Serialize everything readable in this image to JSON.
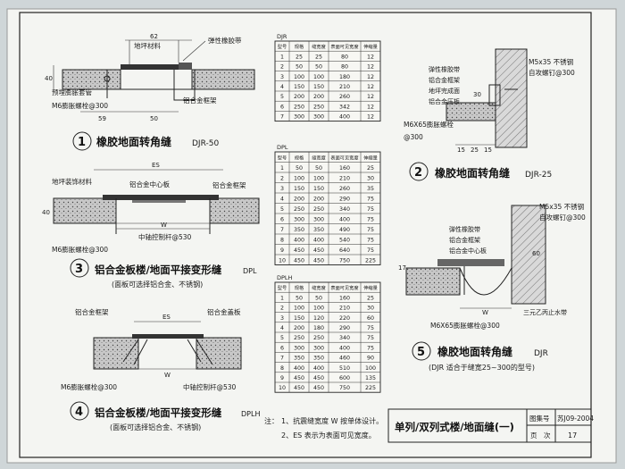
{
  "tables": [
    {
      "title": "DJR",
      "headers": [
        "型号",
        "规格",
        "缝宽度",
        "表面可见宽度",
        "伸缩量"
      ],
      "rows": [
        [
          "1",
          "25",
          "25",
          "80",
          "12"
        ],
        [
          "2",
          "50",
          "50",
          "80",
          "12"
        ],
        [
          "3",
          "100",
          "100",
          "180",
          "12"
        ],
        [
          "4",
          "150",
          "150",
          "210",
          "12"
        ],
        [
          "5",
          "200",
          "200",
          "260",
          "12"
        ],
        [
          "6",
          "250",
          "250",
          "342",
          "12"
        ],
        [
          "7",
          "300",
          "300",
          "400",
          "12"
        ]
      ]
    },
    {
      "title": "DPL",
      "headers": [
        "型号",
        "规格",
        "缝宽度",
        "表面可见宽度",
        "伸缩量"
      ],
      "rows": [
        [
          "1",
          "50",
          "50",
          "160",
          "25"
        ],
        [
          "2",
          "100",
          "100",
          "210",
          "30"
        ],
        [
          "3",
          "150",
          "150",
          "260",
          "35"
        ],
        [
          "4",
          "200",
          "200",
          "290",
          "75"
        ],
        [
          "5",
          "250",
          "250",
          "340",
          "75"
        ],
        [
          "6",
          "300",
          "300",
          "400",
          "75"
        ],
        [
          "7",
          "350",
          "350",
          "490",
          "75"
        ],
        [
          "8",
          "400",
          "400",
          "540",
          "75"
        ],
        [
          "9",
          "450",
          "450",
          "640",
          "75"
        ],
        [
          "10",
          "450",
          "450",
          "750",
          "225"
        ]
      ]
    },
    {
      "title": "DPLH",
      "headers": [
        "型号",
        "规格",
        "缝宽度",
        "表面可见宽度",
        "伸缩量"
      ],
      "rows": [
        [
          "1",
          "50",
          "50",
          "160",
          "25"
        ],
        [
          "2",
          "100",
          "100",
          "210",
          "30"
        ],
        [
          "3",
          "150",
          "120",
          "220",
          "60"
        ],
        [
          "4",
          "200",
          "180",
          "290",
          "75"
        ],
        [
          "5",
          "250",
          "250",
          "340",
          "75"
        ],
        [
          "6",
          "300",
          "300",
          "400",
          "75"
        ],
        [
          "7",
          "350",
          "350",
          "460",
          "90"
        ],
        [
          "8",
          "400",
          "400",
          "510",
          "100"
        ],
        [
          "9",
          "450",
          "450",
          "600",
          "135"
        ],
        [
          "10",
          "450",
          "450",
          "750",
          "225"
        ]
      ]
    }
  ],
  "details": {
    "d1": {
      "num": "1",
      "title": "橡胶地面转角缝",
      "code": "DJR-50",
      "labels": {
        "surface": "地坪材料",
        "rubber": "弹性橡胶带",
        "anchor_bolt": "预埋膨胀套管",
        "bolt": "M6膨胀螺栓@300",
        "frame": "铝合金框架",
        "dim_top": "62",
        "dim_a": "59",
        "dim_b": "50",
        "dim_side": "40"
      }
    },
    "d2": {
      "num": "2",
      "title": "橡胶地面转角缝",
      "code": "DJR-25",
      "labels": {
        "screw": "M5x35 不锈钢",
        "screw2": "自攻螺钉@300",
        "rubber": "弹性橡胶带",
        "frame": "铝合金框架",
        "surface": "地坪完成面",
        "cover": "铝合金压板",
        "bolt": "M6X65膨胀螺栓",
        "spacing": "@300",
        "dim_a": "15",
        "dim_b": "25",
        "dim_c": "15",
        "dim_side": "30"
      }
    },
    "d3": {
      "num": "3",
      "title": "铝合金板楼/地面平接变形缝",
      "code": "DPL",
      "note": "(面板可选择铝合金、不锈钢)",
      "labels": {
        "surface": "地坪装饰材料",
        "center": "铝合金中心板",
        "frame": "铝合金框架",
        "es": "ES",
        "w": "W",
        "rod": "中轴控制杆@530",
        "bolt": "M6膨胀螺栓@300",
        "dim_side": "40"
      }
    },
    "d4": {
      "num": "4",
      "title": "铝合金板楼/地面平接变形缝",
      "code": "DPLH",
      "note": "(面板可选择铝合金、不锈钢)",
      "labels": {
        "frame": "铝合金框架",
        "cover": "铝合金盖板",
        "es": "ES",
        "w": "W",
        "bolt": "M6膨胀螺栓@300",
        "rod": "中轴控制杆@530"
      }
    },
    "d5": {
      "num": "5",
      "title": "橡胶地面转角缝",
      "code": "DJR",
      "note": "(DJR 适合于缝宽25~300的型号)",
      "labels": {
        "screw": "M5x35 不锈钢",
        "screw2": "自攻螺钉@300",
        "rubber": "弹性橡胶带",
        "frame": "铝合金框架",
        "center": "铝合金中心板",
        "ebar": "三元乙丙止水带",
        "bolt": "M6X65膨胀螺栓@300",
        "w": "W",
        "dim_side": "17",
        "dim_top": "60"
      }
    }
  },
  "notes": {
    "label": "注：",
    "items": [
      "1、抗震缝宽度 W 按单体设计。",
      "2、ES 表示为表面可见宽度。"
    ]
  },
  "title_block": {
    "title": "单列/双列式楼/地面缝(一)",
    "atlas_label": "图集号",
    "atlas_no": "苏J09-2004",
    "page_label": "页　次",
    "page_no": "17"
  }
}
